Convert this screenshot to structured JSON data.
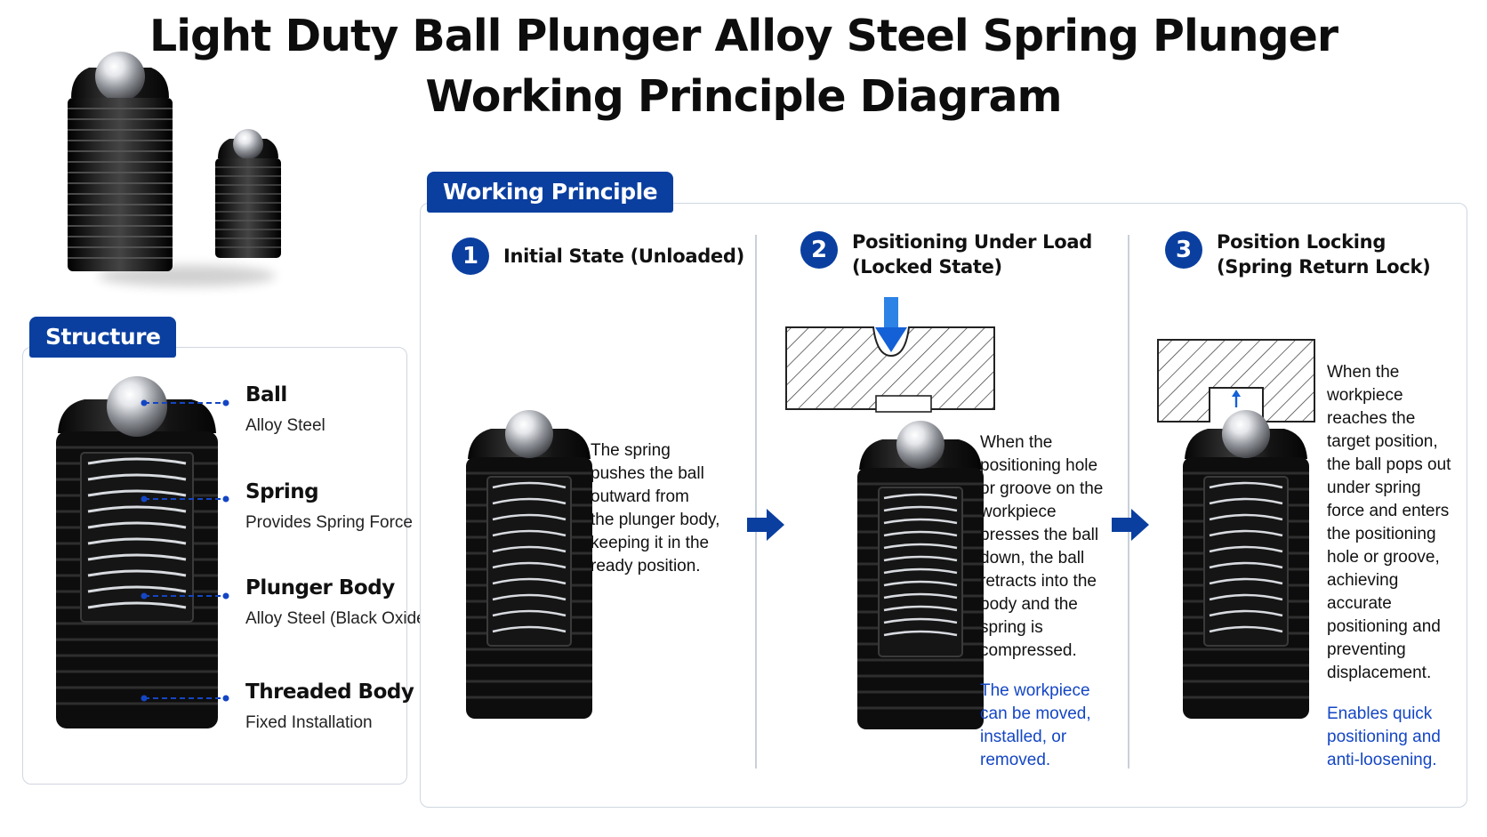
{
  "title": {
    "line1": "Light Duty Ball Plunger Alloy Steel Spring Plunger",
    "line2": "Working Principle Diagram"
  },
  "structure": {
    "heading": "Structure",
    "parts": [
      {
        "name": "Ball",
        "detail": "Alloy Steel"
      },
      {
        "name": "Spring",
        "detail": "Provides Spring Force"
      },
      {
        "name": "Plunger Body",
        "detail": "Alloy Steel (Black Oxide)"
      },
      {
        "name": "Threaded Body",
        "detail": "Fixed Installation"
      }
    ]
  },
  "principle": {
    "heading": "Working Principle",
    "steps": [
      {
        "number": "1",
        "title_line1": "Initial State  (Unloaded)",
        "title_line2": "",
        "desc": [
          "The spring",
          "pushes the ball",
          "outward from",
          "the plunger body,",
          "keeping it in the",
          "ready position."
        ],
        "note": []
      },
      {
        "number": "2",
        "title_line1": "Positioning Under Load",
        "title_line2": "(Locked State)",
        "desc": [
          "When the",
          "positioning hole",
          "or groove on the",
          "workpiece",
          "presses the ball",
          "down, the ball",
          "retracts into the",
          "body and the",
          "spring is",
          "compressed."
        ],
        "note": [
          "The workpiece",
          "can be moved,",
          "installed, or",
          "removed."
        ]
      },
      {
        "number": "3",
        "title_line1": "Position Locking",
        "title_line2": "(Spring Return Lock)",
        "desc": [
          "When the",
          "workpiece",
          "reaches the",
          "target position,",
          "the ball pops out",
          "under spring",
          "force and enters",
          "the positioning",
          "hole or groove,",
          "achieving",
          "accurate",
          "positioning and",
          "preventing",
          "displacement."
        ],
        "note": [
          "Enables quick",
          "positioning and",
          "anti-loosening."
        ]
      }
    ]
  },
  "colors": {
    "accent": "#0a3fa0",
    "note_text": "#1446c4",
    "plunger_body": "#151515"
  }
}
